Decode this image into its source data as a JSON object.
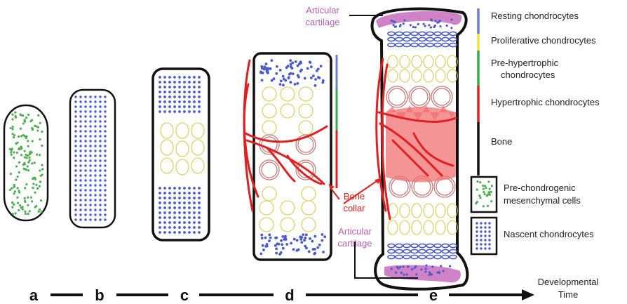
{
  "stages": [
    "a",
    "b",
    "c",
    "d",
    "e"
  ],
  "time_label_line1": "Developmental",
  "time_label_line2": "Time",
  "articular_top_line1": "Articular",
  "articular_top_line2": "cartilage",
  "articular_bottom_line1": "Articular",
  "articular_bottom_line2": "cartilage",
  "bone_collar_line1": "Bone",
  "bone_collar_line2": "collar",
  "legend": {
    "resting": "Resting chondrocytes",
    "proliferative": "Proliferative chondrocytes",
    "prehyp_line1": "Pre-hypertrophic",
    "prehyp_line2": "chondrocytes",
    "hypertrophic": "Hypertrophic chondrocytes",
    "bone": "Bone",
    "prechon_line1": "Pre-chondrogenic",
    "prechon_line2": "mesenchymal cells",
    "nascent": "Nascent chondrocytes"
  },
  "colors": {
    "resting": "#6b7fd0",
    "proliferative": "#f2e23a",
    "prehypertrophic": "#3aa84a",
    "hypertrophic": "#e02020",
    "bone": "#111111",
    "mesenchymal_dot": "#4caf50",
    "nascent_dot": "#4a5bc9",
    "articular": "#b85fb0"
  }
}
